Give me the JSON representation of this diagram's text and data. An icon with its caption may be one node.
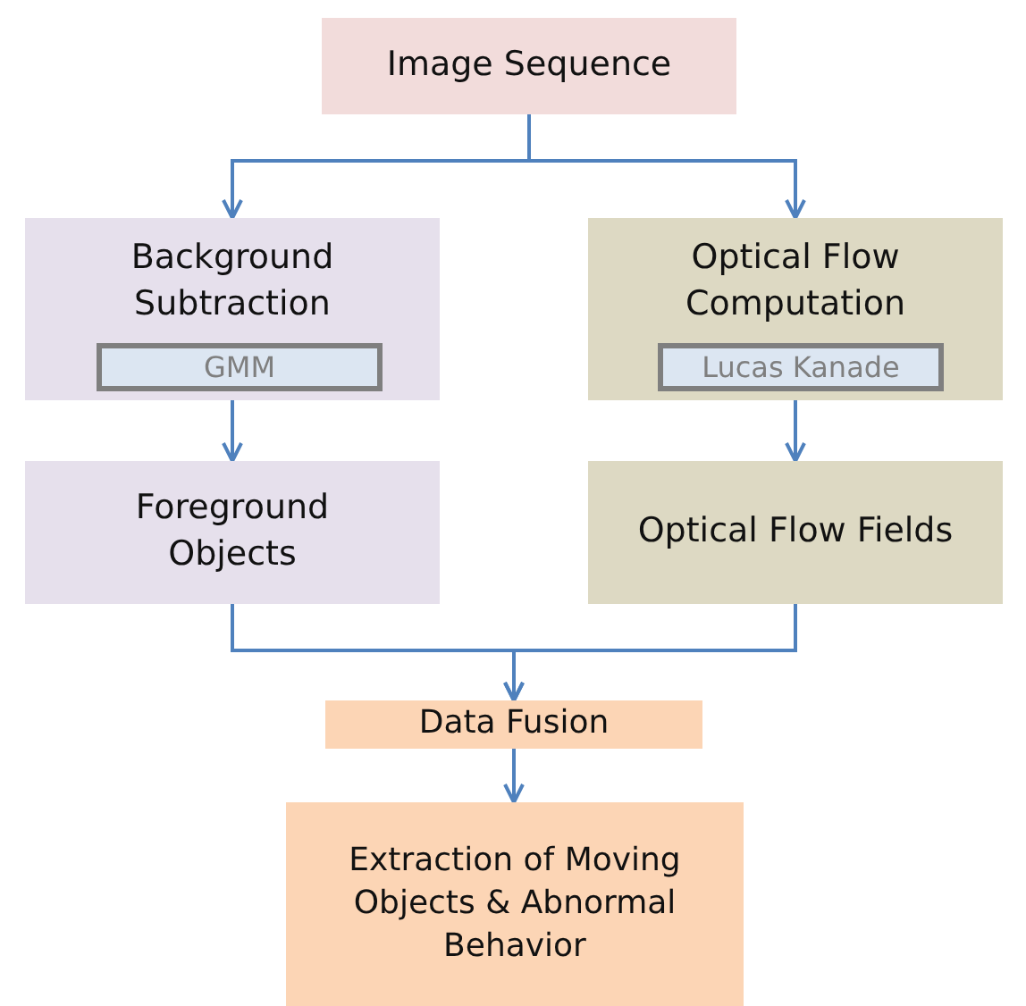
{
  "diagram": {
    "nodes": [
      {
        "text": [
          "Image Sequence"
        ]
      },
      {
        "text": [
          "Background Subtraction"
        ]
      },
      {
        "text": [
          "GMM"
        ],
        "in": 1
      },
      {
        "text": [
          "Optical Flow Computation"
        ]
      },
      {
        "text": [
          "Lucas Kanade"
        ],
        "in": 3
      },
      {
        "text": [
          "Foreground Objects"
        ]
      },
      {
        "text": [
          "Optical Flow Fields"
        ]
      },
      {
        "text": [
          "Data Fusion"
        ]
      },
      {
        "text": [
          "Extraction of Moving Objects & Abnormal Behavior"
        ]
      }
    ],
    "edges": [
      {
        "from": 0,
        "to": 1,
        "arrow": "to"
      },
      {
        "from": 0,
        "to": 3,
        "arrow": "to"
      },
      {
        "from": 1,
        "to": 5,
        "arrow": "to"
      },
      {
        "from": 3,
        "to": 6,
        "arrow": "to"
      },
      {
        "from": 5,
        "to": 7,
        "arrow": "to"
      },
      {
        "from": 6,
        "to": 7,
        "arrow": "to"
      },
      {
        "from": 7,
        "to": 8,
        "arrow": "to"
      }
    ]
  }
}
